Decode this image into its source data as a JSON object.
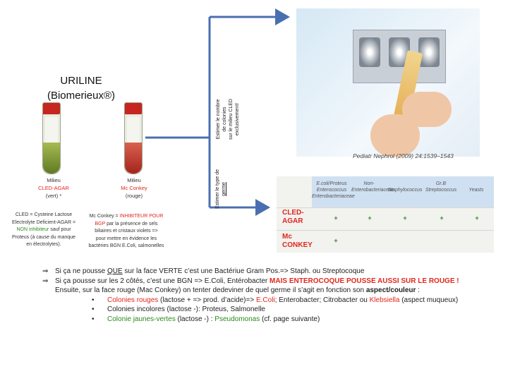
{
  "title": {
    "line1": "URILINE",
    "line2": "(Biomerieux®)"
  },
  "media": {
    "cled": {
      "l1": "Milieu",
      "l2": "CLED-AGAR",
      "l3": "(vert) *"
    },
    "mc": {
      "l1": "Milieu",
      "l2": "Mc Conkey",
      "l3": "(rouge)"
    }
  },
  "notes": {
    "cled": {
      "l1": "CLED = Cysteine Lactose",
      "l2": "Electrolyte Deficient-AGAR =",
      "l3a": "NON inhibiteur",
      "l3b": " sauf pour",
      "l4": "Proteus (à cause du manque",
      "l5": "en électrolytes)."
    },
    "mc": {
      "l1a": "Mc Conkey = ",
      "l1b": "INHIBITEUR POUR",
      "l2a": "BGP",
      "l2b": " par la présence de sels",
      "l3": "biliaires et cristaux violets =>",
      "l4": "pour mettre en évidence les",
      "l5": "bactéries BGN E.Coli, salmonelles"
    }
  },
  "vertical": {
    "top": {
      "l1": "Estimer le nombre",
      "l2": "de colonies",
      "l3": "sur le milieu CLED",
      "l4": "exclusivement!"
    },
    "bottom": {
      "l1": "Estimer le type de",
      "l2": "germe"
    }
  },
  "citation": "Pediatr Nephrol (2009) 24:1539–1543",
  "table": {
    "headers": [
      "E.coli/Proteus Enterococcus Enterobacteriaceae",
      "Non-Enterobacteriaceae",
      "Staphylococcus",
      "Gr.B Streptococcus",
      "Yeasts"
    ],
    "rows": [
      {
        "label_l1": "CLED-",
        "label_l2": "AGAR",
        "cells": [
          "+",
          "+",
          "+",
          "+",
          "+"
        ]
      },
      {
        "label_l1": "Mc",
        "label_l2": "CONKEY",
        "cells": [
          "+",
          "",
          "",
          "",
          ""
        ]
      }
    ]
  },
  "bullets": {
    "b1_pre": "Si ça ne pousse ",
    "b1_u": "QUE",
    "b1_post": " sur la face VERTE c’est une Bactériue Gram Pos.=> Staph. ou Streptocoque",
    "b2_pre": "Si ça pousse sur les 2 côtés, c’est une BGN => E.Coli, Entérobacter ",
    "b2_red": "MAIS ENTEROCOQUE POUSSE AUSSI SUR LE ROUGE !",
    "b3_pre": "Ensuite, sur la face rouge (Mac Conkey) on tenter dedeviner de quel germe il s’agit en fonction son ",
    "b3_bold": "aspect/couleur",
    "s1a": "Colonies rouges",
    "s1b": " (lactose + => prod. d’acide)=> ",
    "s1c": "E.Coli",
    "s1d": "; Enterobacter; Citrobacter ou ",
    "s1e": "Klebsiella",
    "s1f": " (aspect muqueux)",
    "s2": "Colonies incolores (lactose -): Proteus, Salmonelle",
    "s3a": "Colonie jaunes-vertes",
    "s3b": " (lactose -) : ",
    "s3c": "Pseudomonas",
    "s3d": "  (cf. page suivante)"
  },
  "symbols": {
    "arrow": "⇒",
    "bullet": "•"
  },
  "colors": {
    "accent_red": "#e0261d",
    "green_text": "#2d8a1e",
    "arrow_blue": "#4a6fb0",
    "cled_green": "#7b9a2f",
    "mc_red": "#c0392b"
  }
}
